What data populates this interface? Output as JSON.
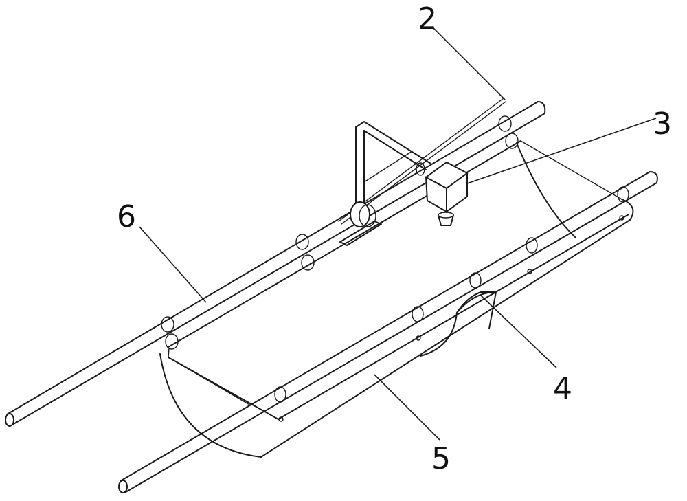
{
  "labels": {
    "l2": "2",
    "l3": "3",
    "l4": "4",
    "l5": "5",
    "l6": "6"
  },
  "colors": {
    "line": "#1a1a1a",
    "background": "#ffffff"
  }
}
